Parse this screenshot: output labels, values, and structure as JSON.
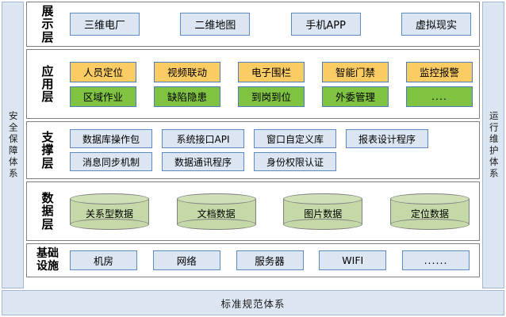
{
  "rails": {
    "left": "安全保障体系",
    "right": "运行维护体系"
  },
  "bottom_bar": {
    "label": "标准规范体系"
  },
  "layers": [
    {
      "id": "display",
      "label": "展示层",
      "label_chars": [
        "展",
        "示",
        "层"
      ],
      "rows": [
        {
          "style": "blue",
          "items": [
            "三维电厂",
            "二维地图",
            "手机APP",
            "虚拟现实"
          ]
        }
      ]
    },
    {
      "id": "app",
      "label": "应用层",
      "label_chars": [
        "应",
        "用",
        "层"
      ],
      "rows": [
        {
          "style": "orange",
          "items": [
            "人员定位",
            "视频联动",
            "电子围栏",
            "智能门禁",
            "监控报警"
          ]
        },
        {
          "style": "green",
          "items": [
            "区域作业",
            "缺陷隐患",
            "到岗到位",
            "外委管理",
            "...."
          ]
        }
      ]
    },
    {
      "id": "support",
      "label": "支撑层",
      "label_chars": [
        "支",
        "撑",
        "层"
      ],
      "rows": [
        {
          "style": "blue",
          "items": [
            "数据库操作包",
            "系统接口API",
            "窗口自定义库",
            "报表设计程序"
          ]
        },
        {
          "style": "blue",
          "items": [
            "消息同步机制",
            "数据通讯程序",
            "身份权限认证"
          ]
        }
      ]
    },
    {
      "id": "data",
      "label": "数据层",
      "label_chars": [
        "数",
        "据",
        "层"
      ],
      "rows": [
        {
          "style": "cylinder",
          "items": [
            "关系型数据",
            "文档数据",
            "图片数据",
            "定位数据"
          ]
        }
      ]
    },
    {
      "id": "infra",
      "label": "基础设施",
      "label_chars": [
        "基础",
        "设施"
      ],
      "rows": [
        {
          "style": "blue",
          "items": [
            "机房",
            "网络",
            "服务器",
            "WIFI",
            "......"
          ]
        }
      ]
    }
  ],
  "colors": {
    "blue_fill": "#dce6f2",
    "blue_border": "#5b8bbf",
    "orange_fill": "#fbcb64",
    "green_fill": "#80c342",
    "cylinder_fill": "#c5d9a8",
    "cylinder_border": "#808080",
    "layer_border": "#808080",
    "rail_fill": "#dce6f2"
  }
}
